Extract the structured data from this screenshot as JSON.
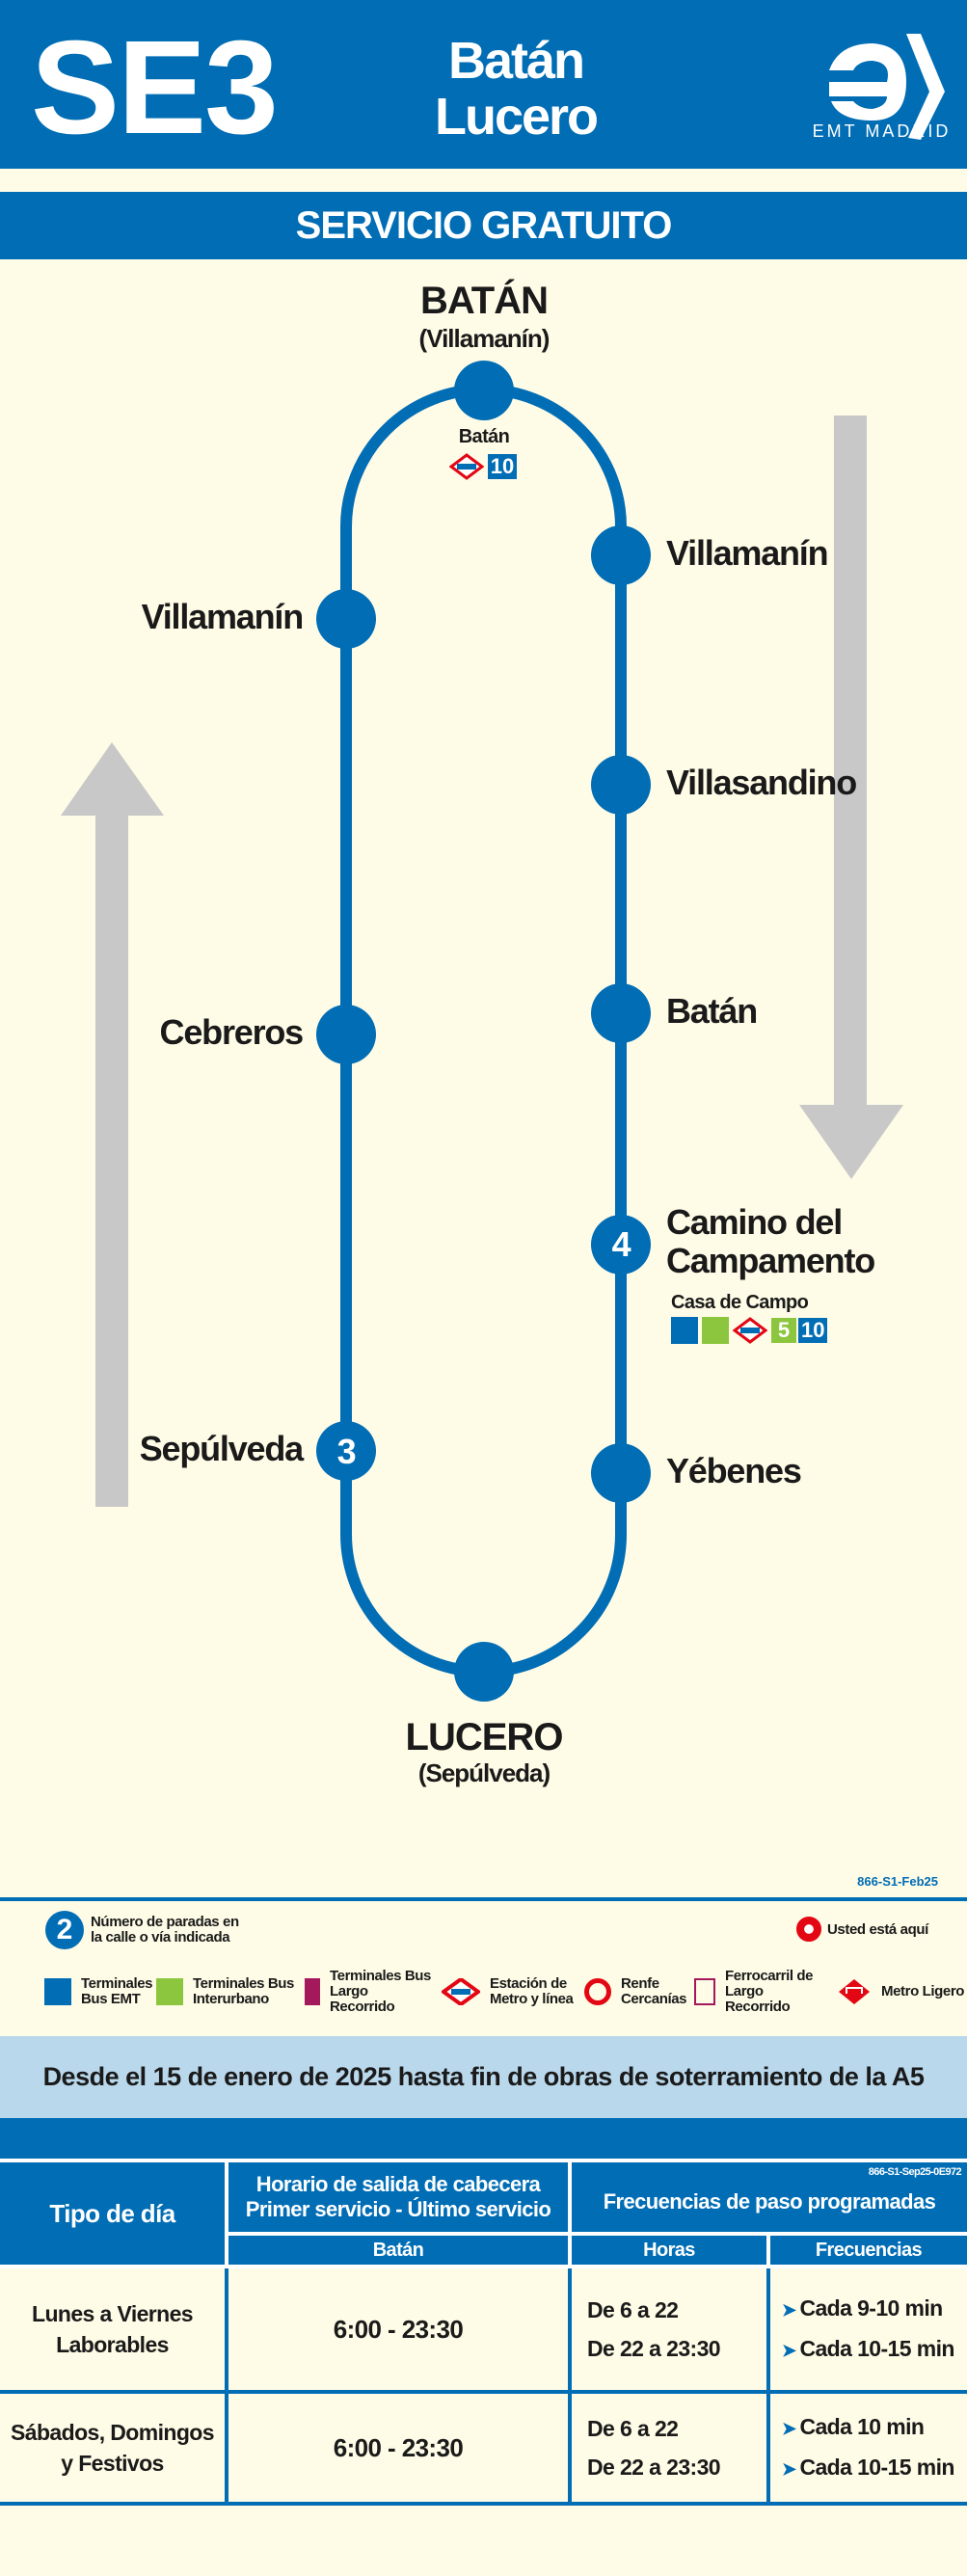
{
  "header": {
    "line": "SE3",
    "destinations": [
      "Batán",
      "Lucero"
    ],
    "brand": "EMT MADRID",
    "service": "SERVICIO GRATUITO"
  },
  "colors": {
    "brand": "#006db5",
    "background": "#fefbe6",
    "info": "#b9d8ec",
    "metro": "#e30613",
    "interurban": "#8cc63f"
  },
  "route": {
    "terminal_top": {
      "name": "BATÁN",
      "sub": "(Villamanín)",
      "connection": "Batán",
      "lines": [
        "10"
      ]
    },
    "terminal_bottom": {
      "name": "LUCERO",
      "sub": "(Sepúlveda)"
    },
    "left_stops": [
      {
        "name": "Villamanín"
      },
      {
        "name": "Cebreros"
      },
      {
        "name": "Sepúlveda",
        "count": "3"
      }
    ],
    "right_stops": [
      {
        "name": "Villamanín"
      },
      {
        "name": "Villasandino"
      },
      {
        "name": "Batán"
      },
      {
        "name": "Camino del Campamento",
        "line1": "Camino del",
        "line2": "Campamento",
        "count": "4",
        "connection": "Casa de Campo",
        "lines": [
          "5",
          "10"
        ]
      },
      {
        "name": "Yébenes"
      }
    ]
  },
  "legend": {
    "code": "866-S1-Feb25",
    "count_example": "2",
    "items": {
      "count": "Número de paradas en la calle o vía indicada",
      "here": "Usted está aquí",
      "emt": "Terminales Bus EMT",
      "interurban": "Terminales Bus Interurbano",
      "long": "Terminales Bus Largo Recorrido",
      "metro": "Estación de Metro y línea",
      "renfe": "Renfe Cercanías",
      "rail": "Ferrocarril de Largo Recorrido",
      "light": "Metro Ligero"
    }
  },
  "notice": "Desde el 15 de enero de 2025 hasta fin de obras de soterramiento de la A5",
  "timetable": {
    "code": "866-S1-Sep25-0E972",
    "headers": {
      "day": "Tipo de día",
      "schedule": "Horario de salida de cabecera",
      "schedule2": "Primer servicio - Último servicio",
      "freq": "Frecuencias de paso programadas",
      "origin": "Batán",
      "hours": "Horas",
      "freqs": "Frecuencias"
    },
    "rows": [
      {
        "day1": "Lunes a Viernes",
        "day2": "Laborables",
        "time": "6:00 - 23:30",
        "h1": "De 6 a 22",
        "h2": "De 22 a 23:30",
        "f1": "Cada 9-10 min",
        "f2": "Cada 10-15 min"
      },
      {
        "day1": "Sábados, Domingos",
        "day2": "y Festivos",
        "time": "6:00 - 23:30",
        "h1": "De 6 a 22",
        "h2": "De 22 a 23:30",
        "f1": "Cada 10 min",
        "f2": "Cada 10-15 min"
      }
    ]
  }
}
